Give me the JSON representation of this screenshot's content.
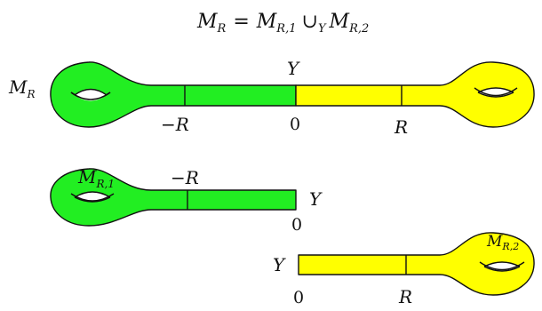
{
  "equation": {
    "lhs": "M",
    "lhs_sub": "R",
    "eq": "=",
    "term1": "M",
    "term1_sub": "R,1",
    "cup": "∪",
    "cup_sub": "Y",
    "term2": "M",
    "term2_sub": "R,2"
  },
  "colors": {
    "green": "#22ee22",
    "yellow": "#ffff00",
    "outline": "#111111"
  },
  "labels": {
    "MR": {
      "main": "M",
      "sub": "R"
    },
    "MR1": {
      "main": "M",
      "sub": "R,1"
    },
    "MR2": {
      "main": "M",
      "sub": "R,2"
    },
    "Y": "Y",
    "zero": "0",
    "minus_R": "−R",
    "R": "R"
  }
}
